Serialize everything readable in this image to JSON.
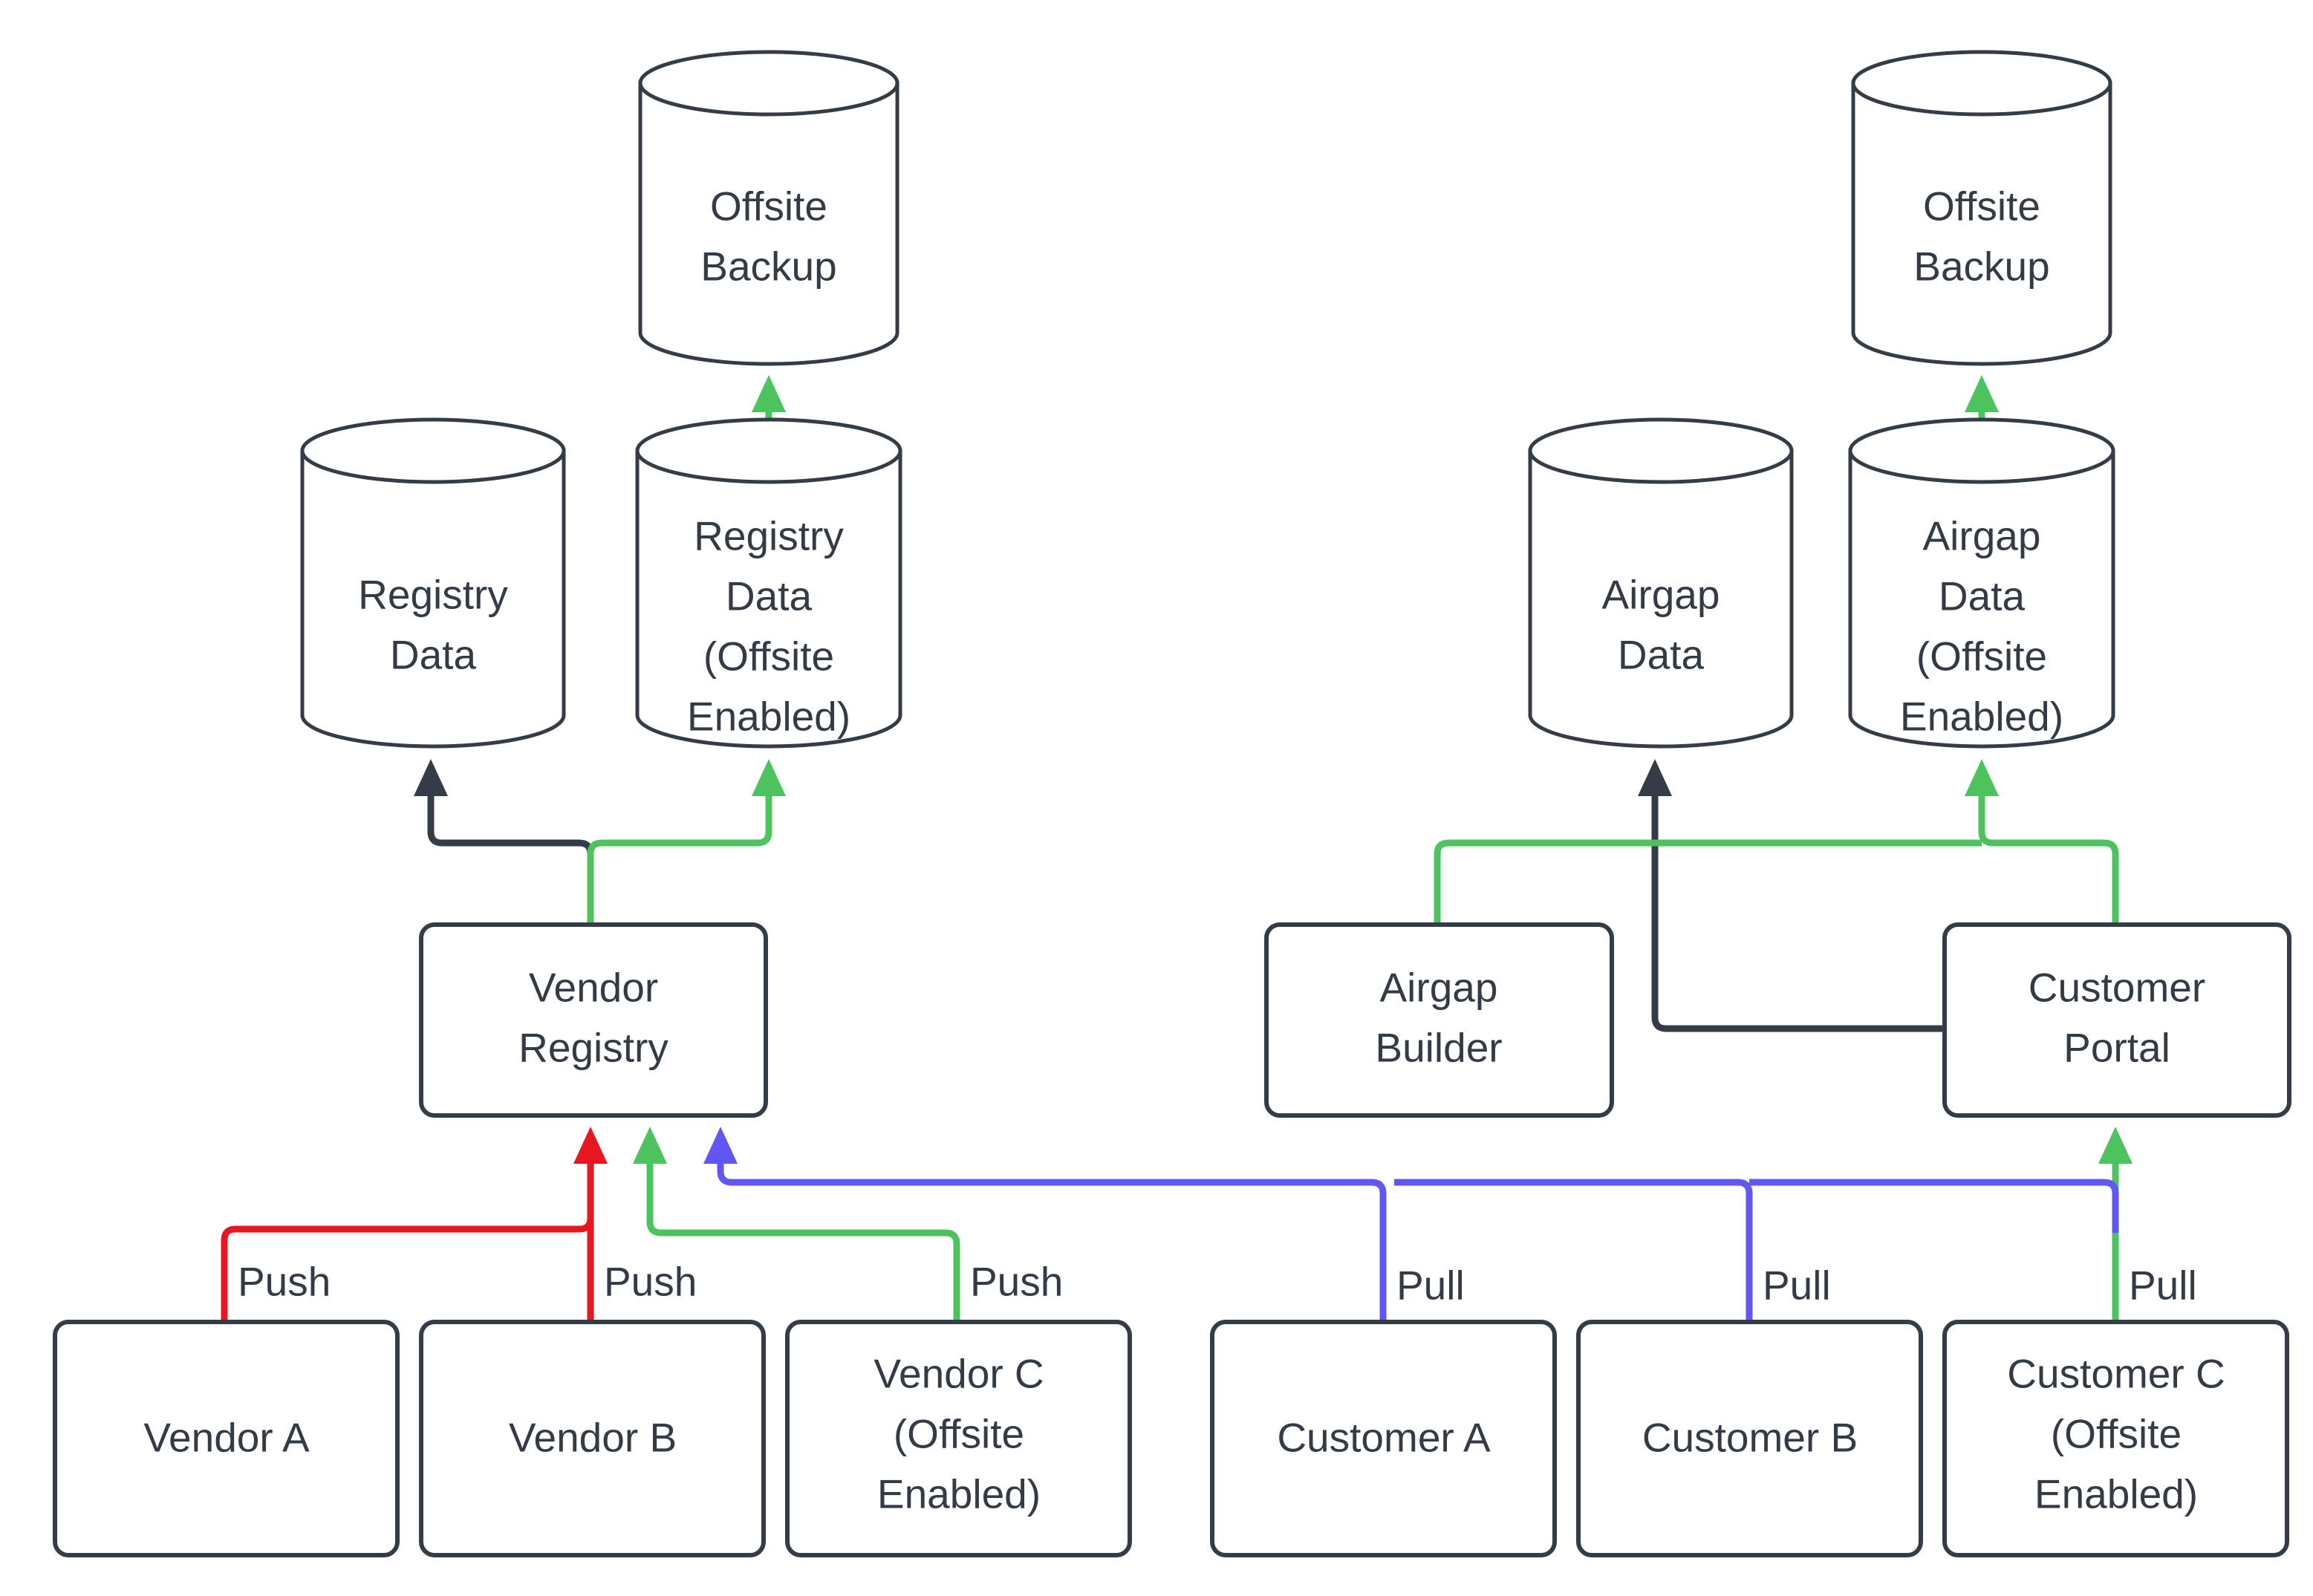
{
  "diagram": {
    "type": "flowchart",
    "background_color": "#ffffff",
    "node_stroke_color": "#343C48",
    "node_fill_color": "#ffffff",
    "text_color": "#333B47",
    "edge_colors": {
      "default": "#343C48",
      "offsite": "#4CC35D",
      "push": "#E8161F",
      "pull": "#6157F5"
    },
    "nodes": {
      "offsite_backup_left": {
        "label_line1": "Offsite",
        "label_line2": "Backup",
        "shape": "cylinder"
      },
      "offsite_backup_right": {
        "label_line1": "Offsite",
        "label_line2": "Backup",
        "shape": "cylinder"
      },
      "registry_data": {
        "label_line1": "Registry",
        "label_line2": "Data",
        "shape": "cylinder"
      },
      "registry_data_offsite": {
        "label_line1": "Registry",
        "label_line2": "Data",
        "label_line3": "(Offsite",
        "label_line4": "Enabled)",
        "shape": "cylinder"
      },
      "airgap_data": {
        "label_line1": "Airgap",
        "label_line2": "Data",
        "shape": "cylinder"
      },
      "airgap_data_offsite": {
        "label_line1": "Airgap",
        "label_line2": "Data",
        "label_line3": "(Offsite",
        "label_line4": "Enabled)",
        "shape": "cylinder"
      },
      "vendor_registry": {
        "label_line1": "Vendor",
        "label_line2": "Registry",
        "shape": "rounded-rect"
      },
      "airgap_builder": {
        "label_line1": "Airgap",
        "label_line2": "Builder",
        "shape": "rounded-rect"
      },
      "customer_portal": {
        "label_line1": "Customer",
        "label_line2": "Portal",
        "shape": "rounded-rect"
      },
      "vendor_a": {
        "label_line1": "Vendor A",
        "shape": "rounded-rect"
      },
      "vendor_b": {
        "label_line1": "Vendor B",
        "shape": "rounded-rect"
      },
      "vendor_c": {
        "label_line1": "Vendor C",
        "label_line2": "(Offsite",
        "label_line3": "Enabled)",
        "shape": "rounded-rect"
      },
      "customer_a": {
        "label_line1": "Customer A",
        "shape": "rounded-rect"
      },
      "customer_b": {
        "label_line1": "Customer B",
        "shape": "rounded-rect"
      },
      "customer_c": {
        "label_line1": "Customer C",
        "label_line2": "(Offsite",
        "label_line3": "Enabled)",
        "shape": "rounded-rect"
      }
    },
    "edge_labels": {
      "vendor_a_push": "Push",
      "vendor_b_push": "Push",
      "vendor_c_push": "Push",
      "customer_a_pull": "Pull",
      "customer_b_pull": "Pull",
      "customer_c_pull": "Pull"
    },
    "edges": [
      {
        "from": "vendor_a",
        "to": "vendor_registry",
        "label": "Push",
        "color": "#E8161F"
      },
      {
        "from": "vendor_b",
        "to": "vendor_registry",
        "label": "Push",
        "color": "#E8161F"
      },
      {
        "from": "vendor_c",
        "to": "vendor_registry",
        "label": "Push",
        "color": "#4CC35D"
      },
      {
        "from": "customer_a",
        "to": "vendor_registry",
        "label": "Pull",
        "color": "#6157F5"
      },
      {
        "from": "customer_b",
        "to": "vendor_registry",
        "label": "Pull",
        "color": "#6157F5"
      },
      {
        "from": "customer_c",
        "to": "customer_portal",
        "label": "Pull",
        "color": "#4CC35D"
      },
      {
        "from": "vendor_registry",
        "to": "registry_data",
        "label": "",
        "color": "#343C48"
      },
      {
        "from": "vendor_registry",
        "to": "registry_data_offsite",
        "label": "",
        "color": "#4CC35D"
      },
      {
        "from": "registry_data_offsite",
        "to": "offsite_backup_left",
        "label": "",
        "color": "#4CC35D"
      },
      {
        "from": "customer_portal",
        "to": "airgap_data",
        "label": "",
        "color": "#343C48"
      },
      {
        "from": "airgap_builder",
        "to": "airgap_data_offsite",
        "label": "",
        "color": "#4CC35D"
      },
      {
        "from": "customer_portal",
        "to": "airgap_data_offsite",
        "label": "",
        "color": "#4CC35D"
      },
      {
        "from": "airgap_data_offsite",
        "to": "offsite_backup_right",
        "label": "",
        "color": "#4CC35D"
      }
    ]
  }
}
